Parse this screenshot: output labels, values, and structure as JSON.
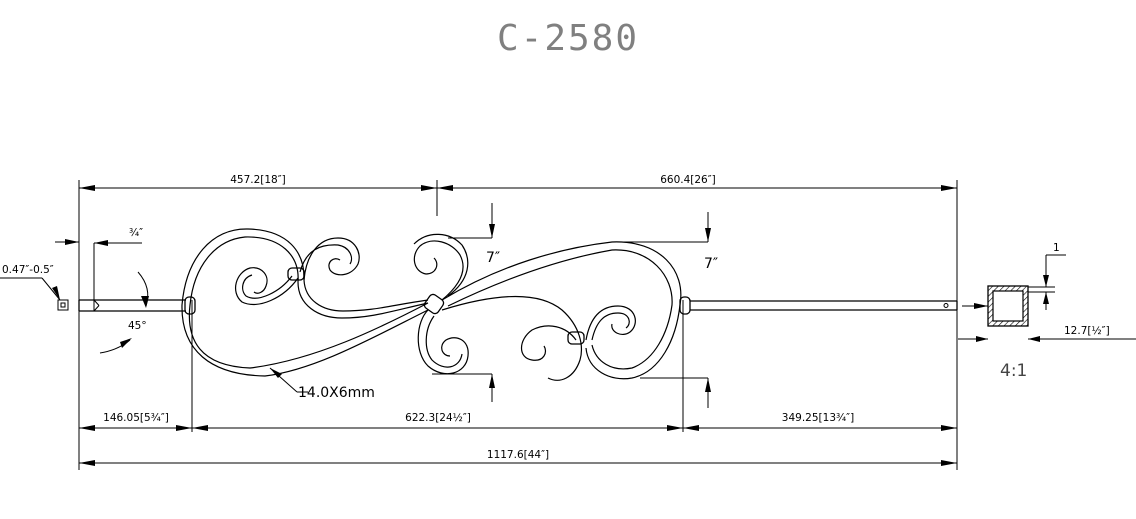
{
  "title": "C-2580",
  "dimensions": {
    "left_span": "457.2[18″]",
    "right_span": "660.4[26″]",
    "end_offset": "146.05[5¾″]",
    "scroll_length": "622.3[24½″]",
    "right_bar": "349.25[13¾″]",
    "overall": "1117.6[44″]",
    "tip_size": "0.47″-0.5″",
    "tip_length": "¾″",
    "taper_angle": "45°",
    "scroll_offset_1": "7″",
    "scroll_offset_2": "7″",
    "material": "14.0X6mm",
    "tube_wall": "1",
    "tube_size": "12.7[½″]"
  },
  "scale": "4:1",
  "colors": {
    "line": "#000000",
    "title": "#808080"
  }
}
